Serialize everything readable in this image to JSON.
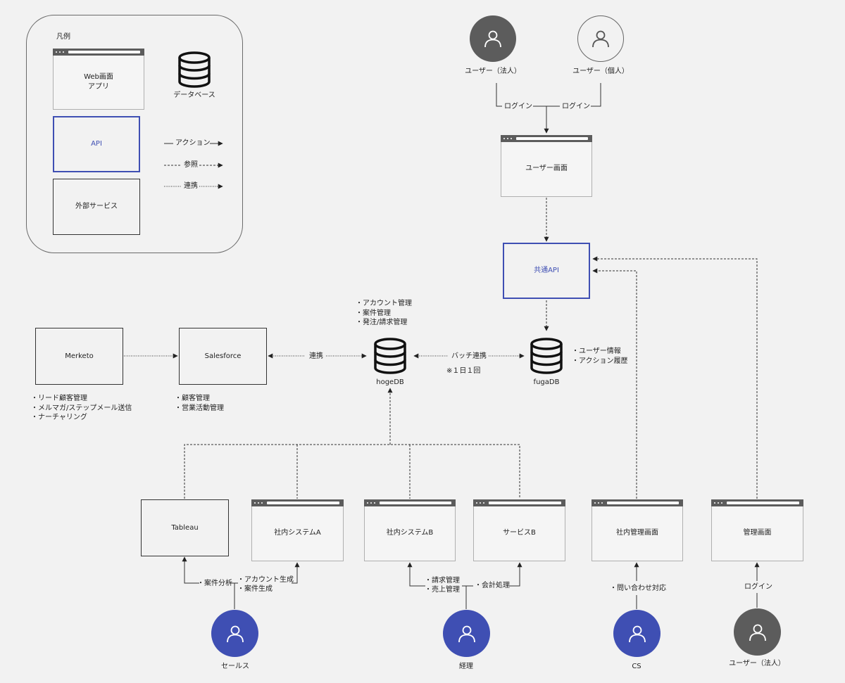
{
  "legend": {
    "title": "凡例",
    "web_app": "Web画面\nアプリ",
    "database": "データベース",
    "api": "API",
    "external": "外部サービス",
    "action": "アクション",
    "reference": "参照",
    "integration": "連携"
  },
  "nodes": {
    "user_corp_top": "ユーザー（法人）",
    "user_individual": "ユーザー（個人）",
    "user_screen": "ユーザー画面",
    "common_api": "共通API",
    "merketo": "Merketo",
    "salesforce": "Salesforce",
    "hogedb": "hogeDB",
    "fugadb": "fugaDB",
    "tableau": "Tableau",
    "internal_system_a": "社内システムA",
    "internal_system_b": "社内システムB",
    "service_b": "サービスB",
    "internal_admin": "社内管理画面",
    "admin_screen": "管理画面",
    "sales": "セールス",
    "accounting": "経理",
    "cs": "CS",
    "user_corp_bottom": "ユーザー（法人）"
  },
  "edges": {
    "login_left": "ログイン",
    "login_right": "ログイン",
    "renkei": "連携",
    "batch": "バッチ連携",
    "batch_note": "※１日１回",
    "login_bottom": "ログイン",
    "anken_bunseki": "・案件分析",
    "account_create": [
      "・アカウント生成",
      "・案件生成"
    ],
    "billing": [
      "・請求管理",
      "・売上管理"
    ],
    "kaikei": "・会計処理",
    "inquiry": "・問い合わせ対応"
  },
  "notes": {
    "hogedb": [
      "アカウント管理",
      "案件管理",
      "発注/請求管理"
    ],
    "fugadb": [
      "ユーザー情報",
      "アクション履歴"
    ],
    "merketo": [
      "リード顧客管理",
      "メルマガ/ステップメール送信",
      "ナーチャリング"
    ],
    "salesforce": [
      "顧客管理",
      "営業活動管理"
    ]
  },
  "colors": {
    "background": "#f2f2f2",
    "api_blue": "#3f4fb3",
    "person_dark": "#5c5c5c",
    "person_blue": "#3f4fb3"
  },
  "icons": [
    "person-icon",
    "database-icon",
    "arrow-icon"
  ]
}
